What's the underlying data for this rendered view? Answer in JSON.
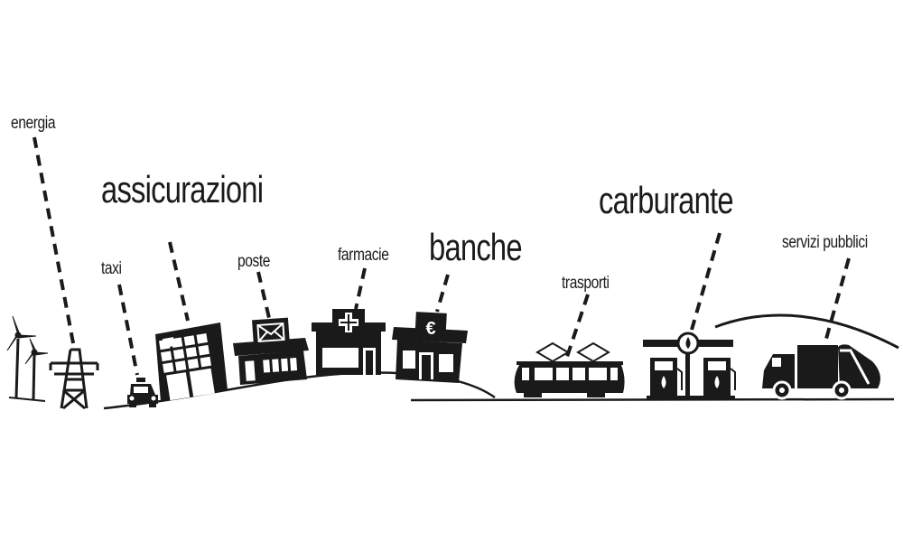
{
  "labels": {
    "energia": "energia",
    "assicurazioni": "assicurazioni",
    "taxi": "taxi",
    "poste": "poste",
    "farmacie": "farmacie",
    "banche": "banche",
    "trasporti": "trasporti",
    "carburante": "carburante",
    "servizi_pubblici": "servizi pubblici"
  },
  "icons": {
    "bank_symbol": "€"
  },
  "colors": {
    "ink": "#1a1a1a",
    "background": "#ffffff"
  }
}
